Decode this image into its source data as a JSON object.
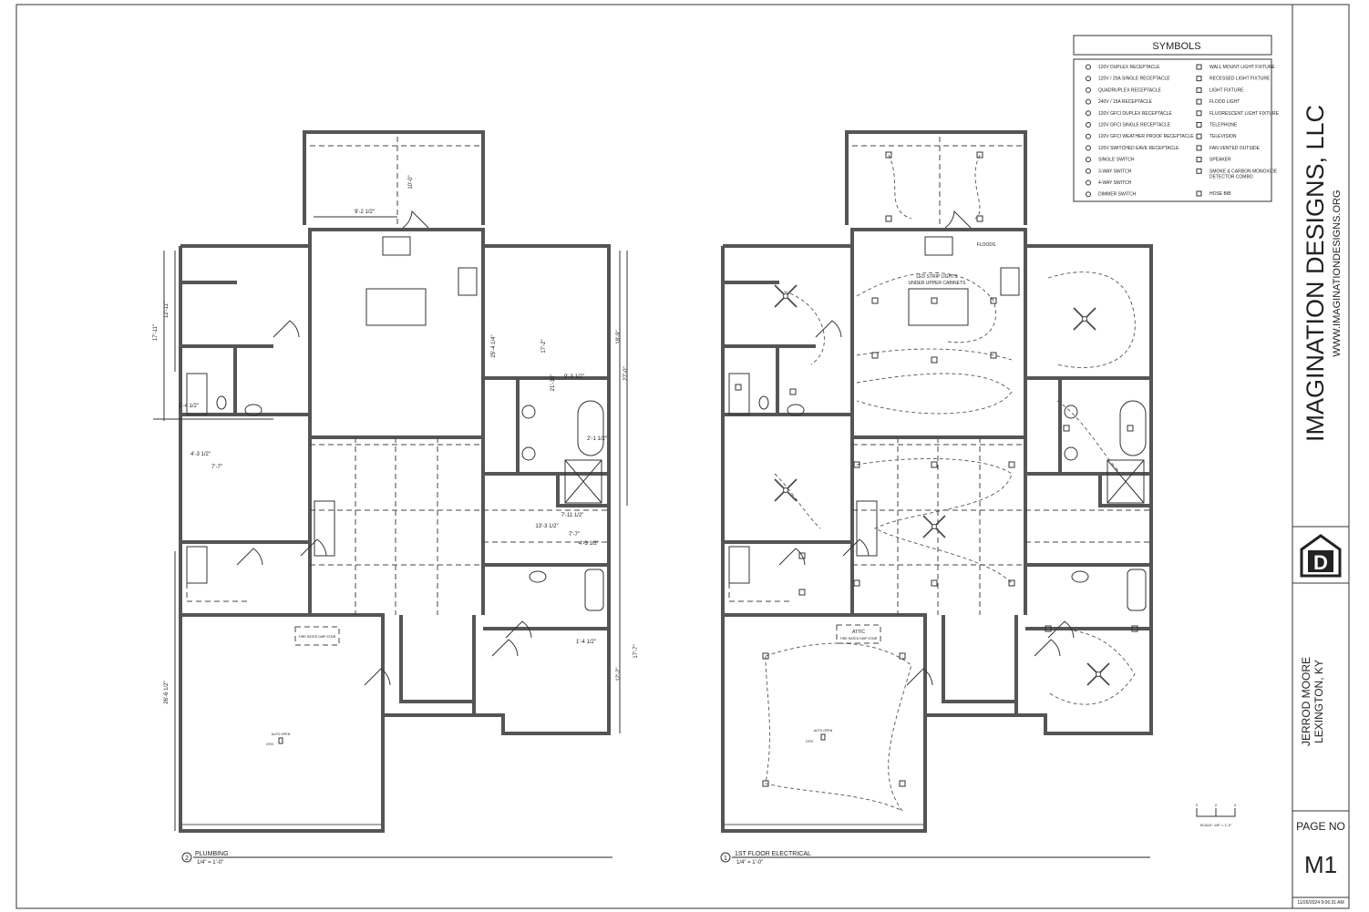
{
  "symbols": {
    "title": "SYMBOLS",
    "left": [
      "120V DUPLEX RECEPTACLE",
      "120V / 20A SINGLE RECEPTACLE",
      "QUADRUPLEX RECEPTACLE",
      "240V / 15A RECEPTACLE",
      "120V GFCI DUPLEX RECEPTACLE",
      "120V GFCI SINGLE RECEPTACLE",
      "120V GFCI WEATHER PROOF RECEPTACLE",
      "120V SWITCHED EAVE RECEPTACLE",
      "SINGLE SWITCH",
      "3-WAY SWITCH",
      "4-WAY SWITCH",
      "DIMMER SWITCH"
    ],
    "right": [
      "WALL MOUNT LIGHT FIXTURE",
      "RECESSED LIGHT FIXTURE",
      "LIGHT FIXTURE",
      "FLOOD LIGHT",
      "FLUORESCENT LIGHT FIXTURE",
      "TELEPHONE",
      "TELEVISION",
      "FAN VENTED OUTSIDE",
      "SPEAKER",
      "SMOKE & CARBON MONOXIDE",
      "DETECTOR COMBO",
      "HOSE BIB"
    ]
  },
  "title_block": {
    "company": "IMAGINATION DESIGNS, LLC",
    "website": "WWW.IMAGINATIONDESIGNS.ORG",
    "logo_letter": "D",
    "client": "JERROD MOORE",
    "location": "LEXINGTON, KY",
    "page_no_label": "PAGE NO",
    "page_no": "M1",
    "timestamp": "11/26/2024 9:06:31 AM"
  },
  "plumbing_plan": {
    "number": "2",
    "title": "PLUMBING",
    "scale": "1/4\" = 1'-0\"",
    "dimensions": [
      "9'-2 1/2\"",
      "10'-0\"",
      "17'-11\"",
      "12'-11\"",
      "18'-9\"",
      "27'-0\"",
      "17'-2\"",
      "21'-10\"",
      "25'-4 1/4\"",
      "9'-3 1/2\"",
      "2'-1 1/2\"",
      "1'-4 1/2\"",
      "4'-3 1/2\"",
      "7'-7\"",
      "13'-3 1/2\"",
      "7'-11 1/2\"",
      "7'-7\"",
      "4'-3 1/2\"",
      "1'-4 1/2\"",
      "17'-7\"",
      "12'-2\"",
      "26'-6 1/2\""
    ],
    "notes": {
      "stair": "FIRE RATED DWP STAIR",
      "garage_opener": "AUTO OPEN",
      "gfci": "GFCI"
    }
  },
  "electrical_plan": {
    "number": "1",
    "title": "1ST FLOOR ELECTRICAL",
    "scale": "1/4\" = 1'-0\"",
    "notes": {
      "led": "LED STRIP LIGHTS",
      "led2": "UNDER UPPER CABINETS",
      "floods": "FLOODS",
      "attic": "ATTIC",
      "stair": "FIRE RATED DWP STAIR",
      "garage_opener": "AUTO OPEN",
      "gfci": "GFCI"
    }
  },
  "scale_bar": {
    "ticks": [
      "0",
      "2",
      "4"
    ],
    "label": "SCALE: 1/8\" = 1'-0\""
  }
}
